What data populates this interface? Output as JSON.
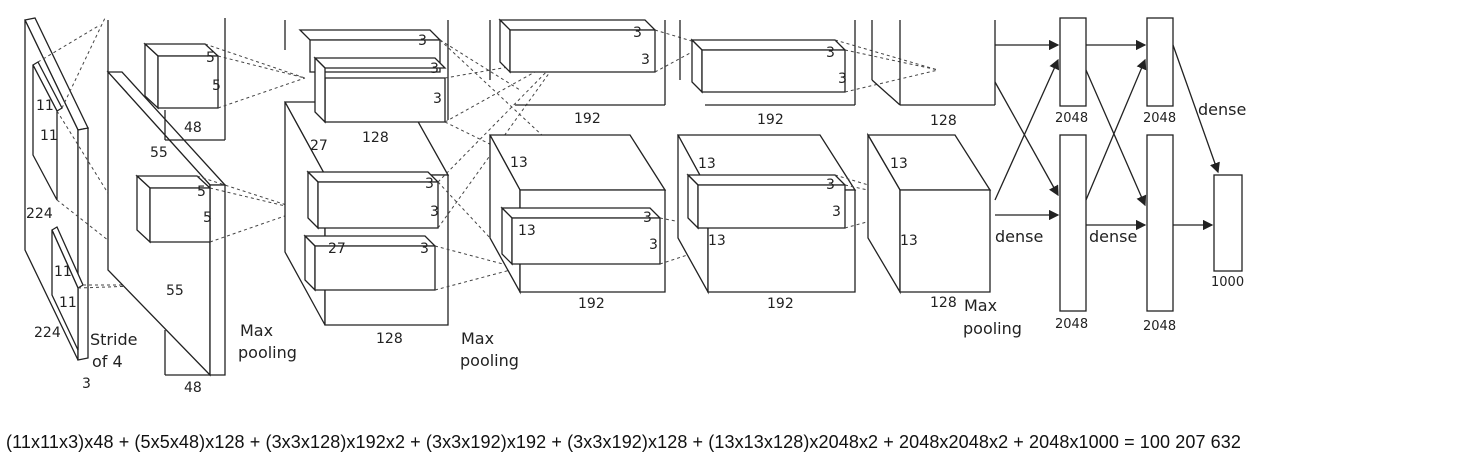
{
  "labels": {
    "input_size": "224",
    "input_size_bottom": "224",
    "input_depth": "3",
    "kernel1_a": "11",
    "kernel1_b": "11",
    "kernel1_c": "11",
    "kernel1_d": "11",
    "stride_line1": "Stride",
    "stride_line2": "of 4",
    "conv1_size": "55",
    "conv1_size_b": "55",
    "conv1_depth": "48",
    "conv1_depth_b": "48",
    "k2": [
      "5",
      "5",
      "5",
      "5"
    ],
    "conv2_size": "27",
    "conv2_size_b": "27",
    "conv2_depth": "128",
    "conv2_depth_b": "128",
    "k3": [
      "3",
      "3",
      "3",
      "3",
      "3",
      "3"
    ],
    "conv3_depth": "192",
    "conv3_depth_b": "192",
    "conv3_size": "13",
    "conv3_size_b": "13",
    "k4": [
      "3",
      "3",
      "3",
      "3"
    ],
    "conv4_depth": "192",
    "conv4_depth_b": "192",
    "conv4_size": "13",
    "conv4_size_b": "13",
    "k5": [
      "3",
      "3",
      "3",
      "3"
    ],
    "conv5_depth": "128",
    "conv5_depth_b": "128",
    "conv5_size": "13",
    "conv5_size_b": "13",
    "max_pooling_1a": "Max",
    "max_pooling_1b": "pooling",
    "max_pooling_2a": "Max",
    "max_pooling_2b": "pooling",
    "max_pooling_3a": "Max",
    "max_pooling_3b": "pooling",
    "dense_1": "dense",
    "dense_2": "dense",
    "dense_3": "dense",
    "fc6_top": "2048",
    "fc6_bottom": "2048",
    "fc7_top": "2048",
    "fc7_bottom": "2048",
    "output": "1000"
  },
  "formula": "(11x11x3)x48 + (5x5x48)x128 + (3x3x128)x192x2 + (3x3x192)x192 + (3x3x192)x128 + (13x13x128)x2048x2 + 2048x2048x2 + 2048x1000 = 100 207 632"
}
